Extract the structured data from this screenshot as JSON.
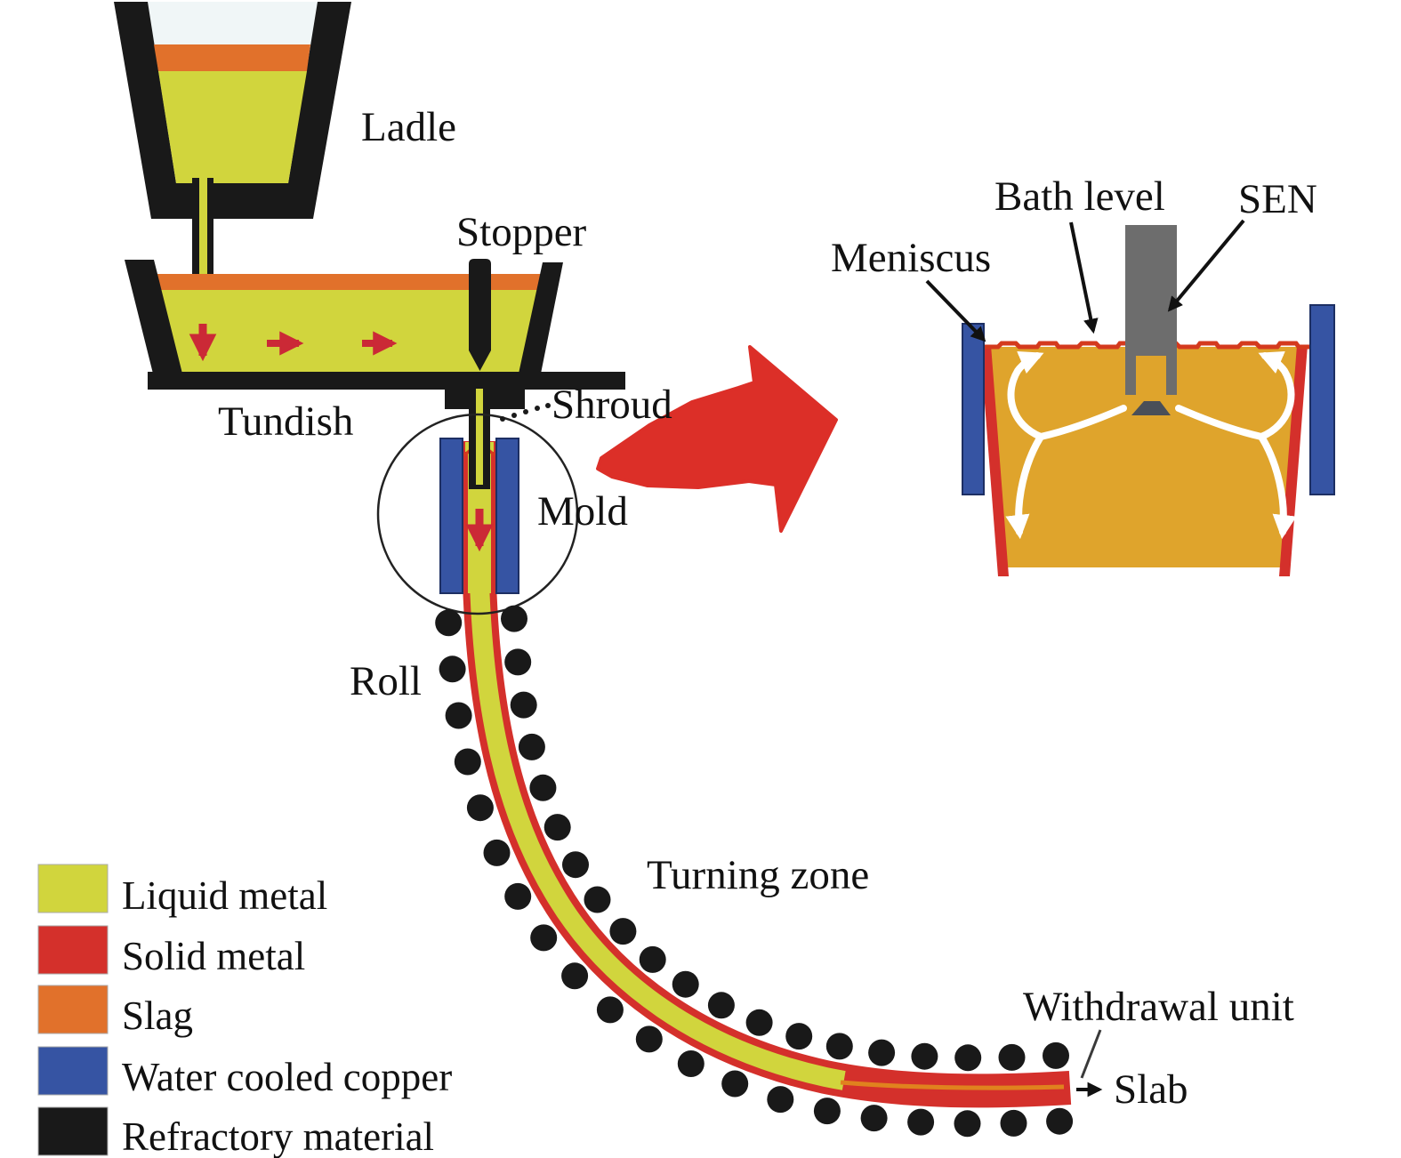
{
  "figure": {
    "type": "process-diagram",
    "subject": "Continuous casting of steel slab",
    "labels": {
      "ladle": "Ladle",
      "stopper": "Stopper",
      "tundish": "Tundish",
      "shroud": "Shroud",
      "mold": "Mold",
      "roll": "Roll",
      "turning_zone": "Turning zone",
      "withdrawal_unit": "Withdrawal unit",
      "slab": "Slab",
      "meniscus": "Meniscus",
      "bath_level": "Bath level",
      "sen": "SEN"
    },
    "legend": [
      {
        "label": "Liquid metal",
        "color": "#d1d53d"
      },
      {
        "label": "Solid metal",
        "color": "#d4302b"
      },
      {
        "label": "Slag",
        "color": "#e1712b"
      },
      {
        "label": "Water cooled copper",
        "color": "#3654a3"
      },
      {
        "label": "Refractory material",
        "color": "#191919"
      }
    ],
    "colors": {
      "liquid": "#d1d53d",
      "solid": "#d4302b",
      "slag": "#e1712b",
      "copper": "#3654a3",
      "refractory": "#191919",
      "bath": "#dfa42c",
      "sen": "#6d6d6d",
      "big_arrow": "#dc2f28",
      "flow": "#ffffff",
      "ink": "#111111",
      "cast_arrow": "#cb2936",
      "meniscus_line": "#d43a1e",
      "slab_core": "#e0821e"
    }
  }
}
